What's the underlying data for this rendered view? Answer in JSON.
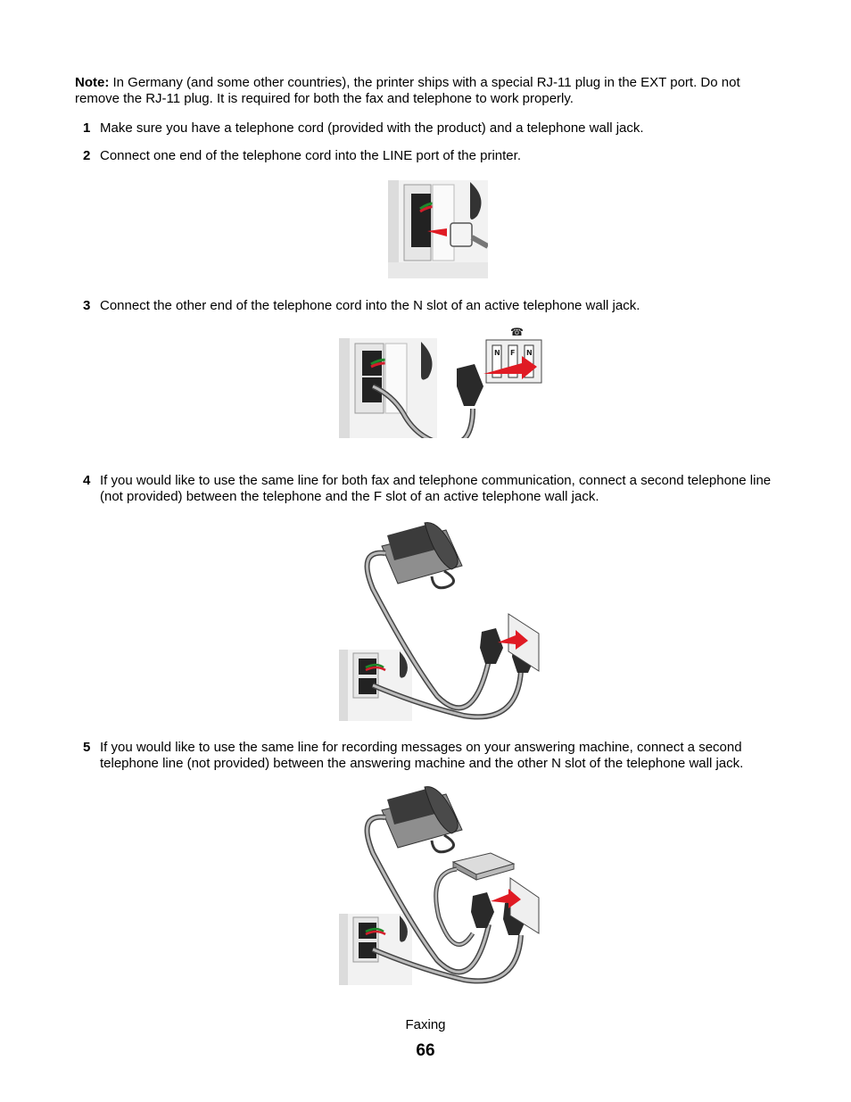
{
  "note": {
    "label": "Note:",
    "text": " In Germany (and some other countries), the printer ships with a special RJ-11 plug in the EXT port. Do not remove the RJ-11 plug. It is required for both the fax and telephone to work properly."
  },
  "steps": [
    {
      "num": "1",
      "text": "Make sure you have a telephone cord (provided with the product) and a telephone wall jack."
    },
    {
      "num": "2",
      "text": "Connect one end of the telephone cord into the LINE port of the printer."
    },
    {
      "num": "3",
      "text": "Connect the other end of the telephone cord into the N slot of an active telephone wall jack."
    },
    {
      "num": "4",
      "text": "If you would like to use the same line for both fax and telephone communication, connect a second telephone line (not provided) between the telephone and the F slot of an active telephone wall jack."
    },
    {
      "num": "5",
      "text": "If you would like to use the same line for recording messages on your answering machine, connect a second telephone line (not provided) between the answering machine and the other N slot of the telephone wall jack."
    }
  ],
  "wall_jack_letters": [
    "N",
    "F",
    "N"
  ],
  "footer": {
    "section": "Faxing",
    "page": "66"
  }
}
